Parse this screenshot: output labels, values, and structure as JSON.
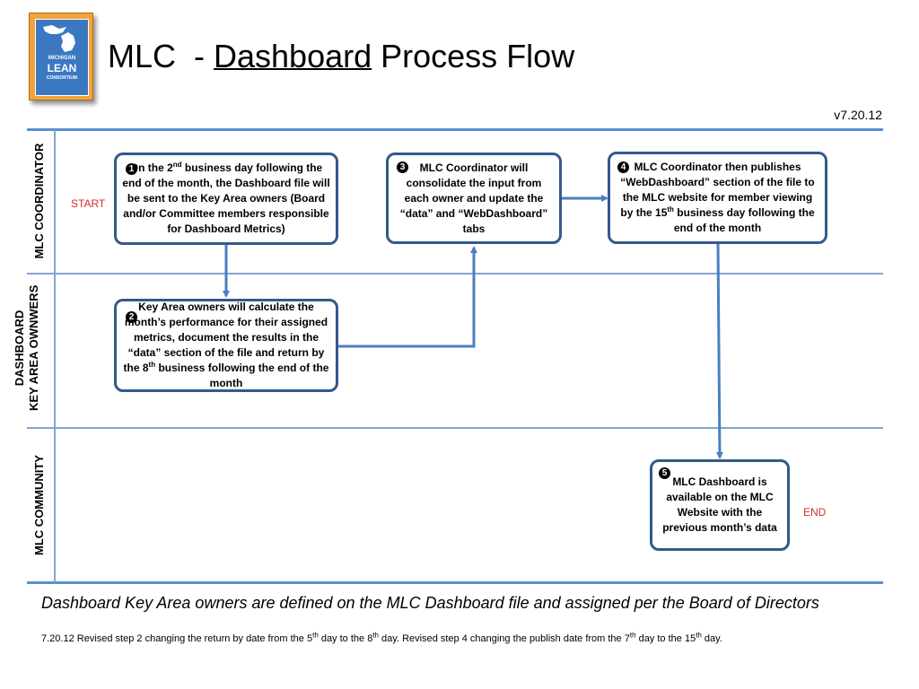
{
  "logo": {
    "line1": "MICHIGAN",
    "line2": "LEAN",
    "line3": "CONSORTIUM"
  },
  "title": {
    "prefix": "MLC  - ",
    "underlined": "Dashboard",
    "suffix": " Process Flow"
  },
  "version": "v7.20.12",
  "lanes": {
    "coordinator": "MLC COORDINATOR",
    "owners_line1": "DASHBOARD",
    "owners_line2": "KEY AREA OWNWERS",
    "community": "MLC COMMUNITY"
  },
  "start_label": "START",
  "end_label": "END",
  "steps": [
    {
      "num": "1",
      "text_a": "On the 2",
      "sup": "nd",
      "text_b": " business day following the end of the month, the Dashboard file will be sent to the Key Area owners (Board and/or Committee members responsible for Dashboard Metrics)"
    },
    {
      "num": "2",
      "text_a": "Key Area owners will calculate the month’s performance for their assigned metrics, document the results in the “data” section of the file and return by the 8",
      "sup": "th",
      "text_b": " business following the end of the month"
    },
    {
      "num": "3",
      "text_a": "MLC Coordinator will consolidate the input from each owner and update the “data” and “WebDashboard” tabs",
      "sup": "",
      "text_b": ""
    },
    {
      "num": "4",
      "text_a": "MLC Coordinator then publishes “WebDashboard”  section of the file to the MLC website for member viewing by the 15",
      "sup": "th",
      "text_b": " business day following the end of the month"
    },
    {
      "num": "5",
      "text_a": "MLC Dashboard is available on the MLC Website with the previous month’s data",
      "sup": "",
      "text_b": ""
    }
  ],
  "footer": {
    "italic": "Dashboard Key Area owners are defined on the MLC Dashboard file and assigned per the Board of Directors",
    "note_parts": [
      "7.20.12 Revised step 2 changing the return by date from the 5",
      "th",
      " day to the 8",
      "th",
      " day. Revised step 4 changing the publish date from the 7",
      "th",
      " day to the 15",
      "th",
      " day."
    ]
  }
}
